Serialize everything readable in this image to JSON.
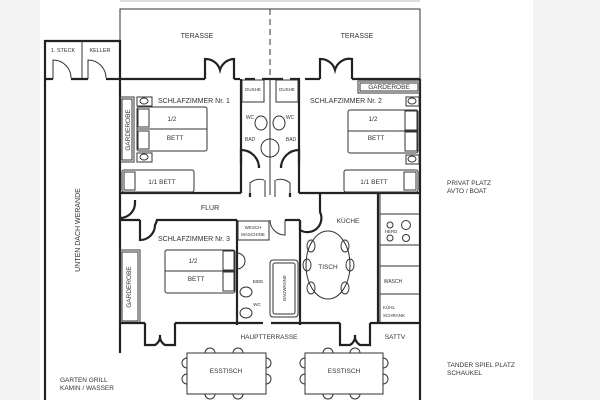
{
  "plan": {
    "terrace_left": "TERASSE",
    "terrace_right": "TERASSE",
    "storage_1": "1. STECK",
    "storage_2": "KELLER",
    "veranda": "UNTEN DACH WERANDE",
    "bedroom1": {
      "title": "SCHLAFZIMMER Nr. 1",
      "wardrobe": "GARDEROBE",
      "bed_half_top": "1/2",
      "bed_half_bottom": "BETT",
      "single_bed": "1/1 BETT"
    },
    "bedroom2": {
      "title": "SCHLAFZIMMER Nr. 2",
      "wardrobe": "GARDEROBE",
      "bed_half_top": "1/2",
      "bed_half_bottom": "BETT",
      "single_bed": "1/1 BETT"
    },
    "bath_left": {
      "shower": "DUSHE",
      "wc": "WC",
      "bath": "BAD"
    },
    "bath_right": {
      "shower": "DUSHE",
      "wc": "WC",
      "bath": "BAD"
    },
    "hallway": "FLUR",
    "bedroom3": {
      "title": "SCHLAFZIMMER Nr. 3",
      "wardrobe": "GARDEROBE",
      "bed_half_top": "1/2",
      "bed_half_bottom": "BETT"
    },
    "washing_machine_l1": "WESCH",
    "washing_machine_l2": "MASCHINE",
    "bidet": "BIDE",
    "wc3": "WC",
    "bathtub": "BADWANNE",
    "kitchen": {
      "title": "KÜCHE",
      "table": "TISCH",
      "stove": "HERD",
      "sink": "WASCH",
      "fridge_l1": "KÜHL",
      "fridge_l2": "SCHRANK"
    },
    "main_terrace": "HAUPTTERRASSE",
    "sat_tv": "SATTV",
    "dining_left": "ESSTISCH",
    "dining_right": "ESSTISCH",
    "parking_l1": "PRIVAT PLATZ",
    "parking_l2": "AVTO / BOAT",
    "playground_l1": "TANDER SPIEL PLATZ",
    "playground_l2": "SCHAUKEL",
    "garden_l1": "GARTEN GRILL",
    "garden_l2": "KAMIN / WASSER"
  }
}
